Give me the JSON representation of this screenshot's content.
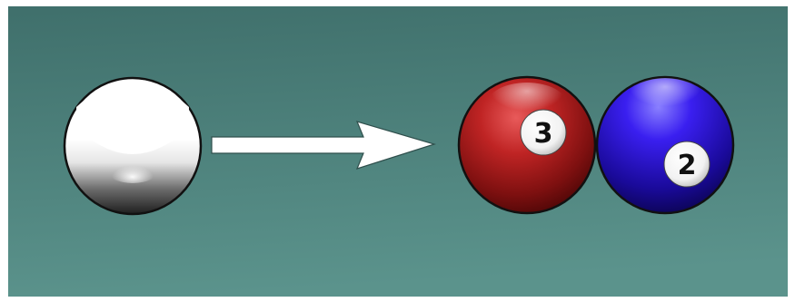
{
  "scene": {
    "background_top": "#3d6e6a",
    "background_bottom": "#5a918a",
    "border_color": "#ffffff"
  },
  "cue_ball": {
    "name": "cue-ball",
    "color": "#ffffff"
  },
  "arrow": {
    "color": "#ffffff",
    "direction": "right"
  },
  "balls": [
    {
      "number": "3",
      "color": "#b02020"
    },
    {
      "number": "2",
      "color": "#2a10d8"
    }
  ]
}
